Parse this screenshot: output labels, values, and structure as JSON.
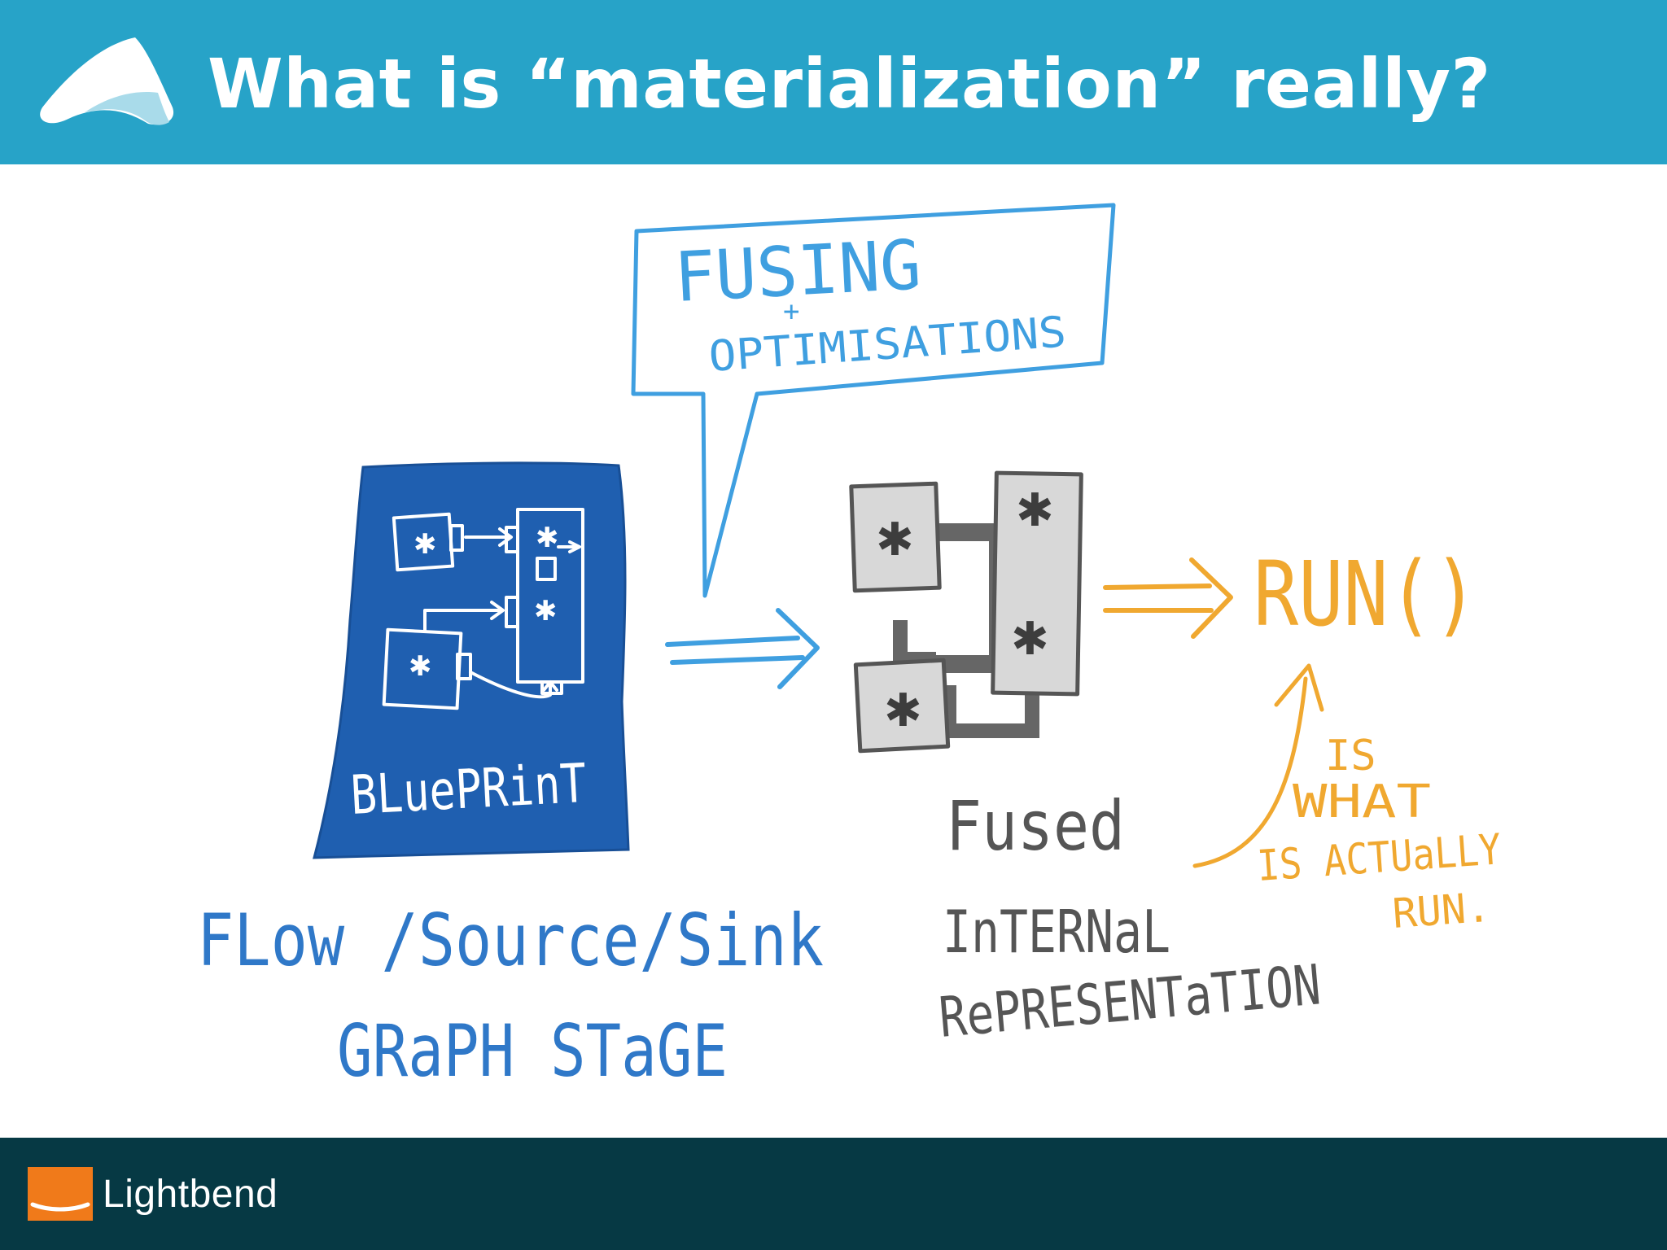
{
  "header": {
    "title": "What is “materialization” really?",
    "logo_icon": "mountain-logo-icon",
    "background_color": "#27a3c8"
  },
  "diagram": {
    "callout": {
      "line1": "FUSING",
      "plus": "+",
      "line2": "OPTIMISATIONS",
      "color": "#3f9fe0"
    },
    "blueprint": {
      "label": "BLuePRinT",
      "color": "#1f5fb0"
    },
    "blueprint_caption": {
      "line1": "FLow /Source/Sink",
      "line2": "GRaPH STaGE",
      "color": "#2f78c8"
    },
    "fused": {
      "line1": "Fused",
      "line2": "InTERNaL",
      "line3": "RePRESENTaTION",
      "color": "#555555"
    },
    "run": {
      "label": "RUN()",
      "color": "#f0a830"
    },
    "run_note": {
      "line1": "IS",
      "line2": "WHAT",
      "line3": "IS ACTUaLLY",
      "line4": "RUN.",
      "color": "#f0a830"
    }
  },
  "footer": {
    "brand": "Lightbend",
    "logo_icon": "lightbend-logo-icon",
    "logo_color": "#f07a1a",
    "background_color": "#063944"
  }
}
